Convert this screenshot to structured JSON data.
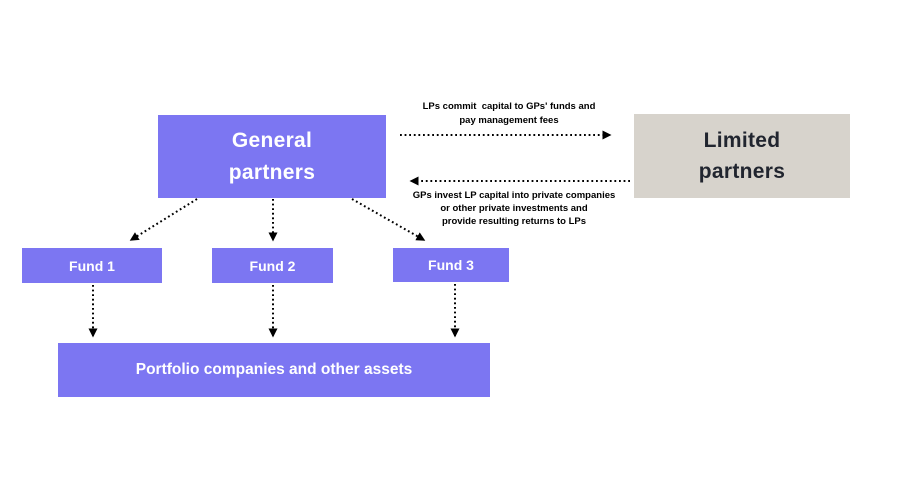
{
  "diagram": {
    "colors": {
      "purple": "#7c76f2",
      "gray": "#d7d3cc",
      "dark": "#21252f",
      "white": "#ffffff",
      "arrow": "#000000",
      "background": "#ffffff"
    },
    "nodes": {
      "general_partners": {
        "label": "General partners"
      },
      "limited_partners": {
        "label": "Limited partners"
      },
      "fund_1": {
        "label": "Fund 1"
      },
      "fund_2": {
        "label": "Fund 2"
      },
      "fund_3": {
        "label": "Fund 3"
      },
      "portfolio": {
        "label": "Portfolio companies and other assets"
      }
    },
    "edge_labels": {
      "commit": "LPs commit  capital to GPs' funds and\npay management fees",
      "invest": "GPs invest LP capital into private companies\nor other private investments and\nprovide resulting returns to LPs"
    }
  }
}
